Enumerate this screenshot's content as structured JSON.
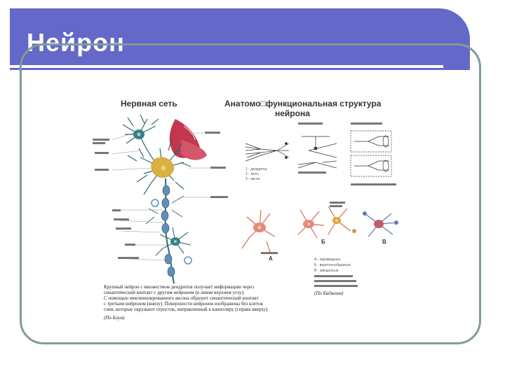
{
  "slide": {
    "title": "Нейрон"
  },
  "figure": {
    "left_title": "Нервная сеть",
    "right_title_line1": "Анатомо□функциональная структура",
    "right_title_line2": "нейрона",
    "legend_lines": [
      "1 - дендриты;",
      "2 - тело;",
      "3 - аксон."
    ],
    "letters": {
      "a": "А",
      "b": "Б",
      "v": "В"
    },
    "right_legend_lines": [
      "А - пирамидные;",
      "Б - веретенообразные;",
      "В - звёздчатые.",
      "",
      "",
      ""
    ],
    "right_attribution": "(По Бадаашв)",
    "caption_lines": [
      "Крупный нейрон с множеством дендритов получает информацию через",
      "синаптический контакт с другим нейроном (в левом верхнем углу).",
      "С помощью миелинизированного аксона образует синаптический контакт",
      "с третьим нейроном (внизу). Поверхности нейронов изображены без клеток",
      "глии, которые окружают отросток, направленный к капилляру (справа вверху)."
    ],
    "caption_attribution": "(По Блум)"
  },
  "colors": {
    "title_bg": "#6468c8",
    "frame": "#7f9c98",
    "neuron": "#2e6a70",
    "soma": "#d9b040",
    "capillary": "#c2374d",
    "cell_pink": "#e28a7a"
  }
}
